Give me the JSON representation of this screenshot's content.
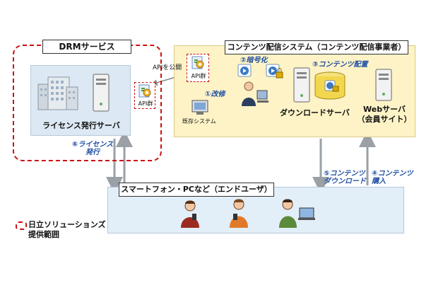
{
  "drm": {
    "title": "DRMサービス",
    "license_server": "ライセンス発行サーバ",
    "api_group": "API群",
    "license_issue": "⑥ライセンス\n発行"
  },
  "cdn": {
    "title": "コンテンツ配信システム（コンテンツ配信事業者）",
    "api_publish": "APIを公開",
    "api_group": "API群",
    "modify": "①改修",
    "existing_system": "既存システム",
    "encrypt": "②暗号化",
    "deploy": "③コンテンツ配置",
    "download_server": "ダウンロードサーバ",
    "web_server": "Webサーバ\n（会員サイト）"
  },
  "flows": {
    "content_download": "⑤コンテンツ\nダウンロード",
    "content_purchase": "④コンテンツ\n購入"
  },
  "user": {
    "title": "スマートフォン・PCなど（エンドユーザ）"
  },
  "legend": {
    "text": "日立ソリューションズ\n提供範囲"
  },
  "colors": {
    "dashed_red": "#cc1111",
    "step_blue": "#1f4fa3",
    "drm_panel": "#dce8f3",
    "cdn_panel": "#fdf3c6",
    "user_panel": "#e2eef8"
  }
}
